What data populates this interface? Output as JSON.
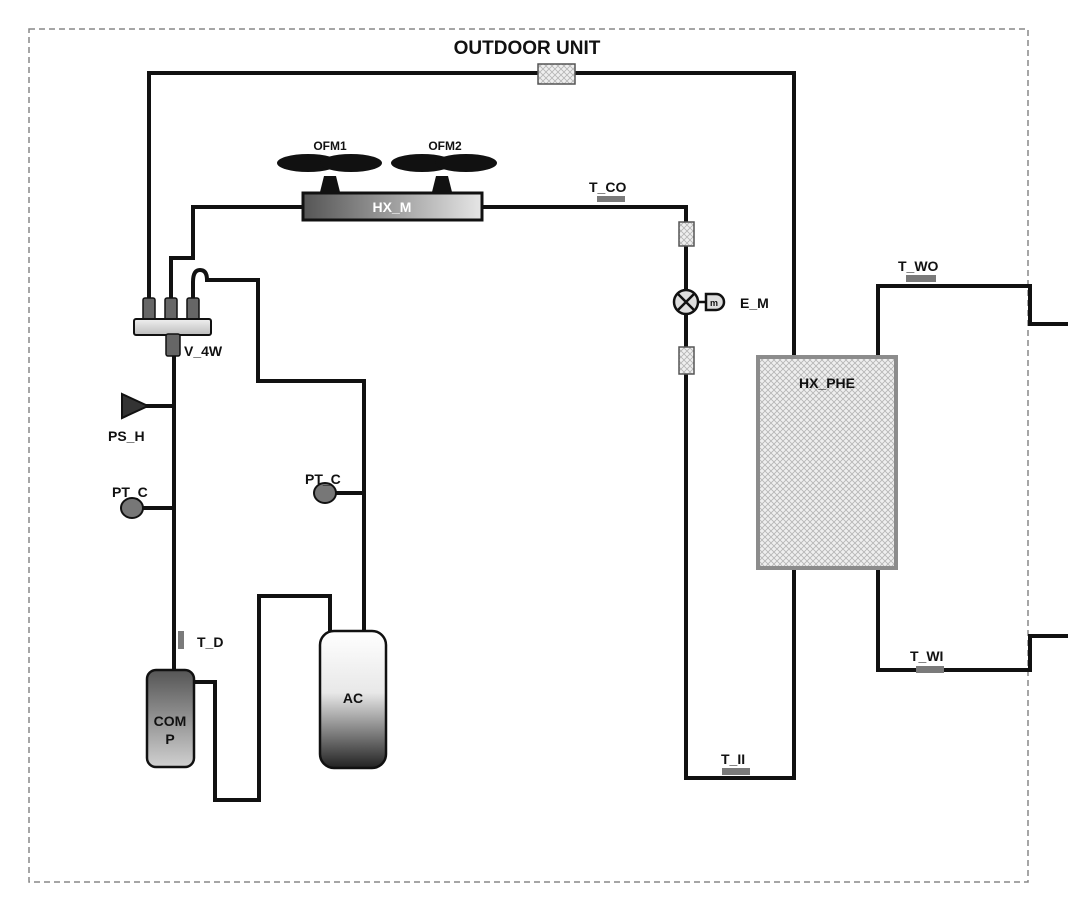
{
  "diagram": {
    "title": "OUTDOOR UNIT",
    "components": {
      "ofm1": "OFM1",
      "ofm2": "OFM2",
      "hx_m": "HX_M",
      "t_co": "T_CO",
      "e_m": "E_M",
      "e_m_motor": "m",
      "v_4w": "V_4W",
      "ps_h": "PS_H",
      "pt_c_left": "PT_C",
      "pt_c_right": "PT_C",
      "t_d": "T_D",
      "comp_line1": "COM",
      "comp_line2": "P",
      "ac": "AC",
      "hx_phe": "HX_PHE",
      "t_wo": "T_WO",
      "t_wi": "T_WI",
      "t_ii": "T_II"
    }
  },
  "colors": {
    "pipe": "#111111",
    "boundary": "#888888",
    "sensor": "#7a7a7a",
    "phe_border": "#8c8c8c"
  }
}
